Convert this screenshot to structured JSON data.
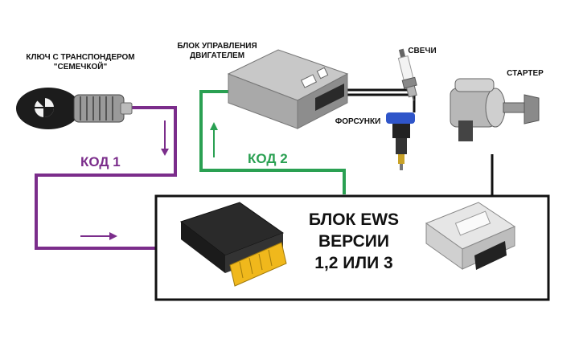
{
  "labels": {
    "key_line1": "КЛЮЧ С ТРАНСПОНДЕРОМ",
    "key_line2": "\"СЕМЕЧКОЙ\"",
    "ecu_line1": "БЛОК УПРАВЛЕНИЯ",
    "ecu_line2": "ДВИГАТЕЛЕМ",
    "spark_plugs": "СВЕЧИ",
    "injectors": "ФОРСУНКИ",
    "starter": "СТАРТЕР"
  },
  "codes": {
    "code1": "КОД 1",
    "code2": "КОД 2"
  },
  "ews_block": {
    "line1": "БЛОК EWS",
    "line2": "ВЕРСИИ",
    "line3": "1,2 ИЛИ 3"
  },
  "colors": {
    "code1_line": "#7b2d8b",
    "code2_line": "#2aa052",
    "wire": "#111111"
  },
  "icons": [
    "transponder-key-icon",
    "engine-ecu-icon",
    "spark-plug-icon",
    "fuel-injector-icon",
    "starter-motor-icon",
    "ews-module-icon"
  ]
}
